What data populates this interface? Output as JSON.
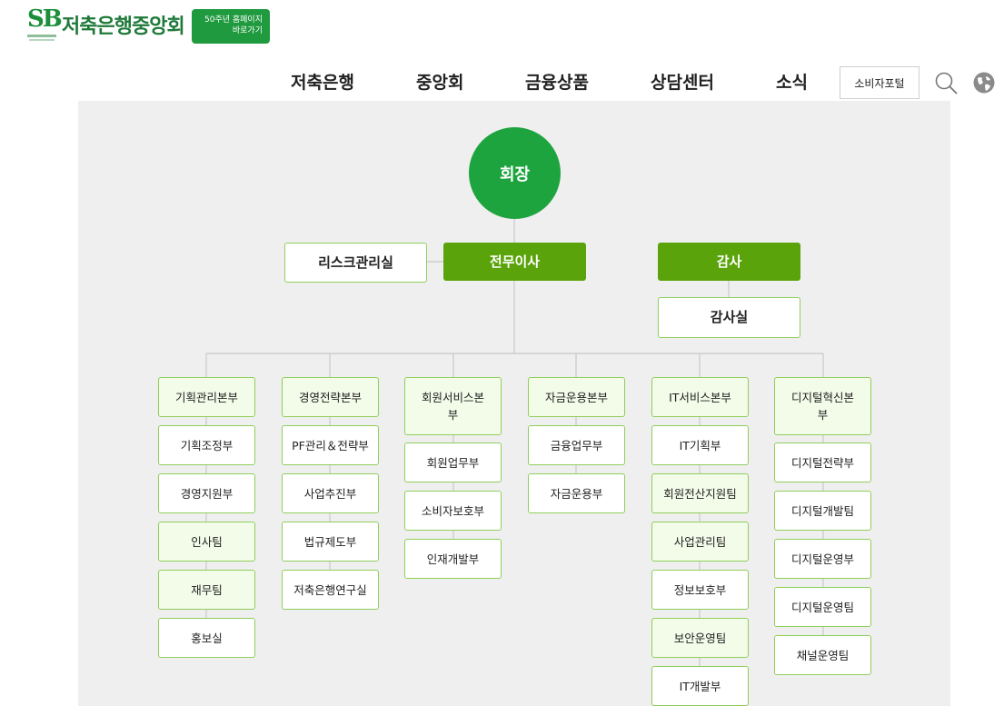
{
  "header": {
    "logo_mark": "SB",
    "logo_name": "저축은행중앙회",
    "anniv_line1": "50주년 홈페이지",
    "anniv_line2": "바로가기",
    "nav": [
      "저축은행",
      "중앙회",
      "금융상품",
      "상담센터",
      "소식"
    ],
    "portal_label": "소비자포털"
  },
  "icons": {
    "search": "search-icon",
    "globe": "globe-icon"
  },
  "colors": {
    "brand_green": "#1ea43f",
    "exec_green": "#5aa30a",
    "box_border": "#8fcf5a",
    "box_fill": "#f3fbe9",
    "panel_bg": "#efefef"
  },
  "org": {
    "ceo": "회장",
    "risk": "리스크관리실",
    "executive": "전무이사",
    "audit": "감사",
    "audit_office": "감사실",
    "divisions": [
      {
        "head_line1": "기획관리본부",
        "head_line2": "",
        "units": [
          "기획조정부",
          "경영지원부",
          "인사팀",
          "재무팀",
          "홍보실"
        ]
      },
      {
        "head_line1": "경영전략본부",
        "head_line2": "",
        "units": [
          "PF관리＆전략부",
          "사업추진부",
          "법규제도부",
          "저축은행연구실"
        ]
      },
      {
        "head_line1": "회원서비스본",
        "head_line2": "부",
        "units": [
          "회원업무부",
          "소비자보호부",
          "인재개발부"
        ]
      },
      {
        "head_line1": "자금운용본부",
        "head_line2": "",
        "units": [
          "금융업무부",
          "자금운용부"
        ]
      },
      {
        "head_line1": "IT서비스본부",
        "head_line2": "",
        "units": [
          "IT기획부",
          "회원전산지원팀",
          "사업관리팀",
          "정보보호부",
          "보안운영팀",
          "IT개발부"
        ]
      },
      {
        "head_line1": "디지털혁신본",
        "head_line2": "부",
        "units": [
          "디지털전략부",
          "디지털개발팀",
          "디지털운영부",
          "디지털운영팀",
          "채널운영팀"
        ]
      }
    ]
  }
}
